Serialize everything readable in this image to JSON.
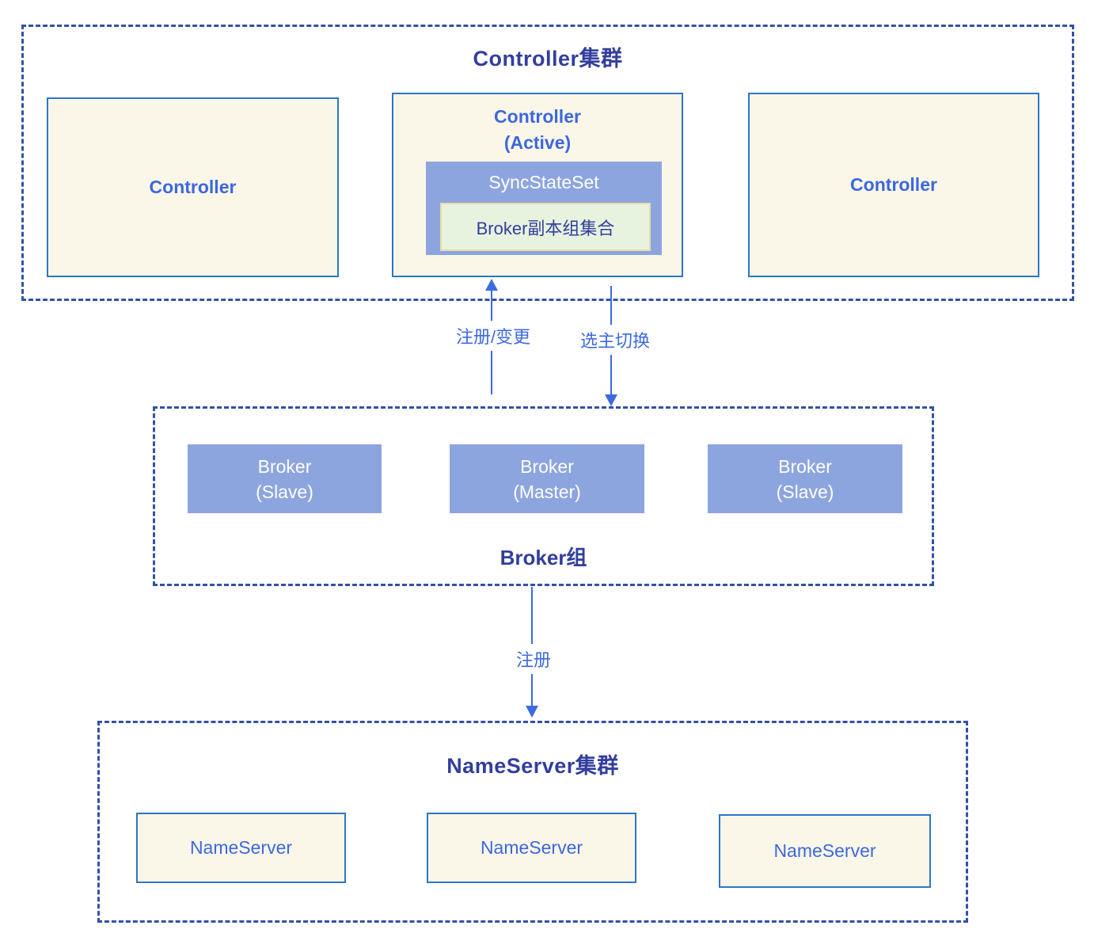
{
  "colors": {
    "dash": "#3351a8",
    "navy": "#323e9d",
    "blue_text": "#3c67df",
    "cream_bg": "#fbf7e8",
    "cream_border": "#2d76c8",
    "blue_fill": "#8da5df",
    "green_bg": "#e7f3df",
    "green_border": "#e9dca6",
    "arrow": "#3e6ae0"
  },
  "controller_cluster": {
    "title": "Controller集群",
    "left_box": "Controller",
    "active_box": {
      "title_line1": "Controller",
      "title_line2": "(Active)",
      "sync_set": "SyncStateSet",
      "replica_group": "Broker副本组集合"
    },
    "right_box": "Controller"
  },
  "arrows": {
    "register_change": "注册/变更",
    "leader_switch": "选主切换",
    "register": "注册"
  },
  "broker_group": {
    "title": "Broker组",
    "brokers": [
      {
        "line1": "Broker",
        "line2": "(Slave)"
      },
      {
        "line1": "Broker",
        "line2": "(Master)"
      },
      {
        "line1": "Broker",
        "line2": "(Slave)"
      }
    ]
  },
  "nameserver_cluster": {
    "title": "NameServer集群",
    "nodes": [
      "NameServer",
      "NameServer",
      "NameServer"
    ]
  }
}
